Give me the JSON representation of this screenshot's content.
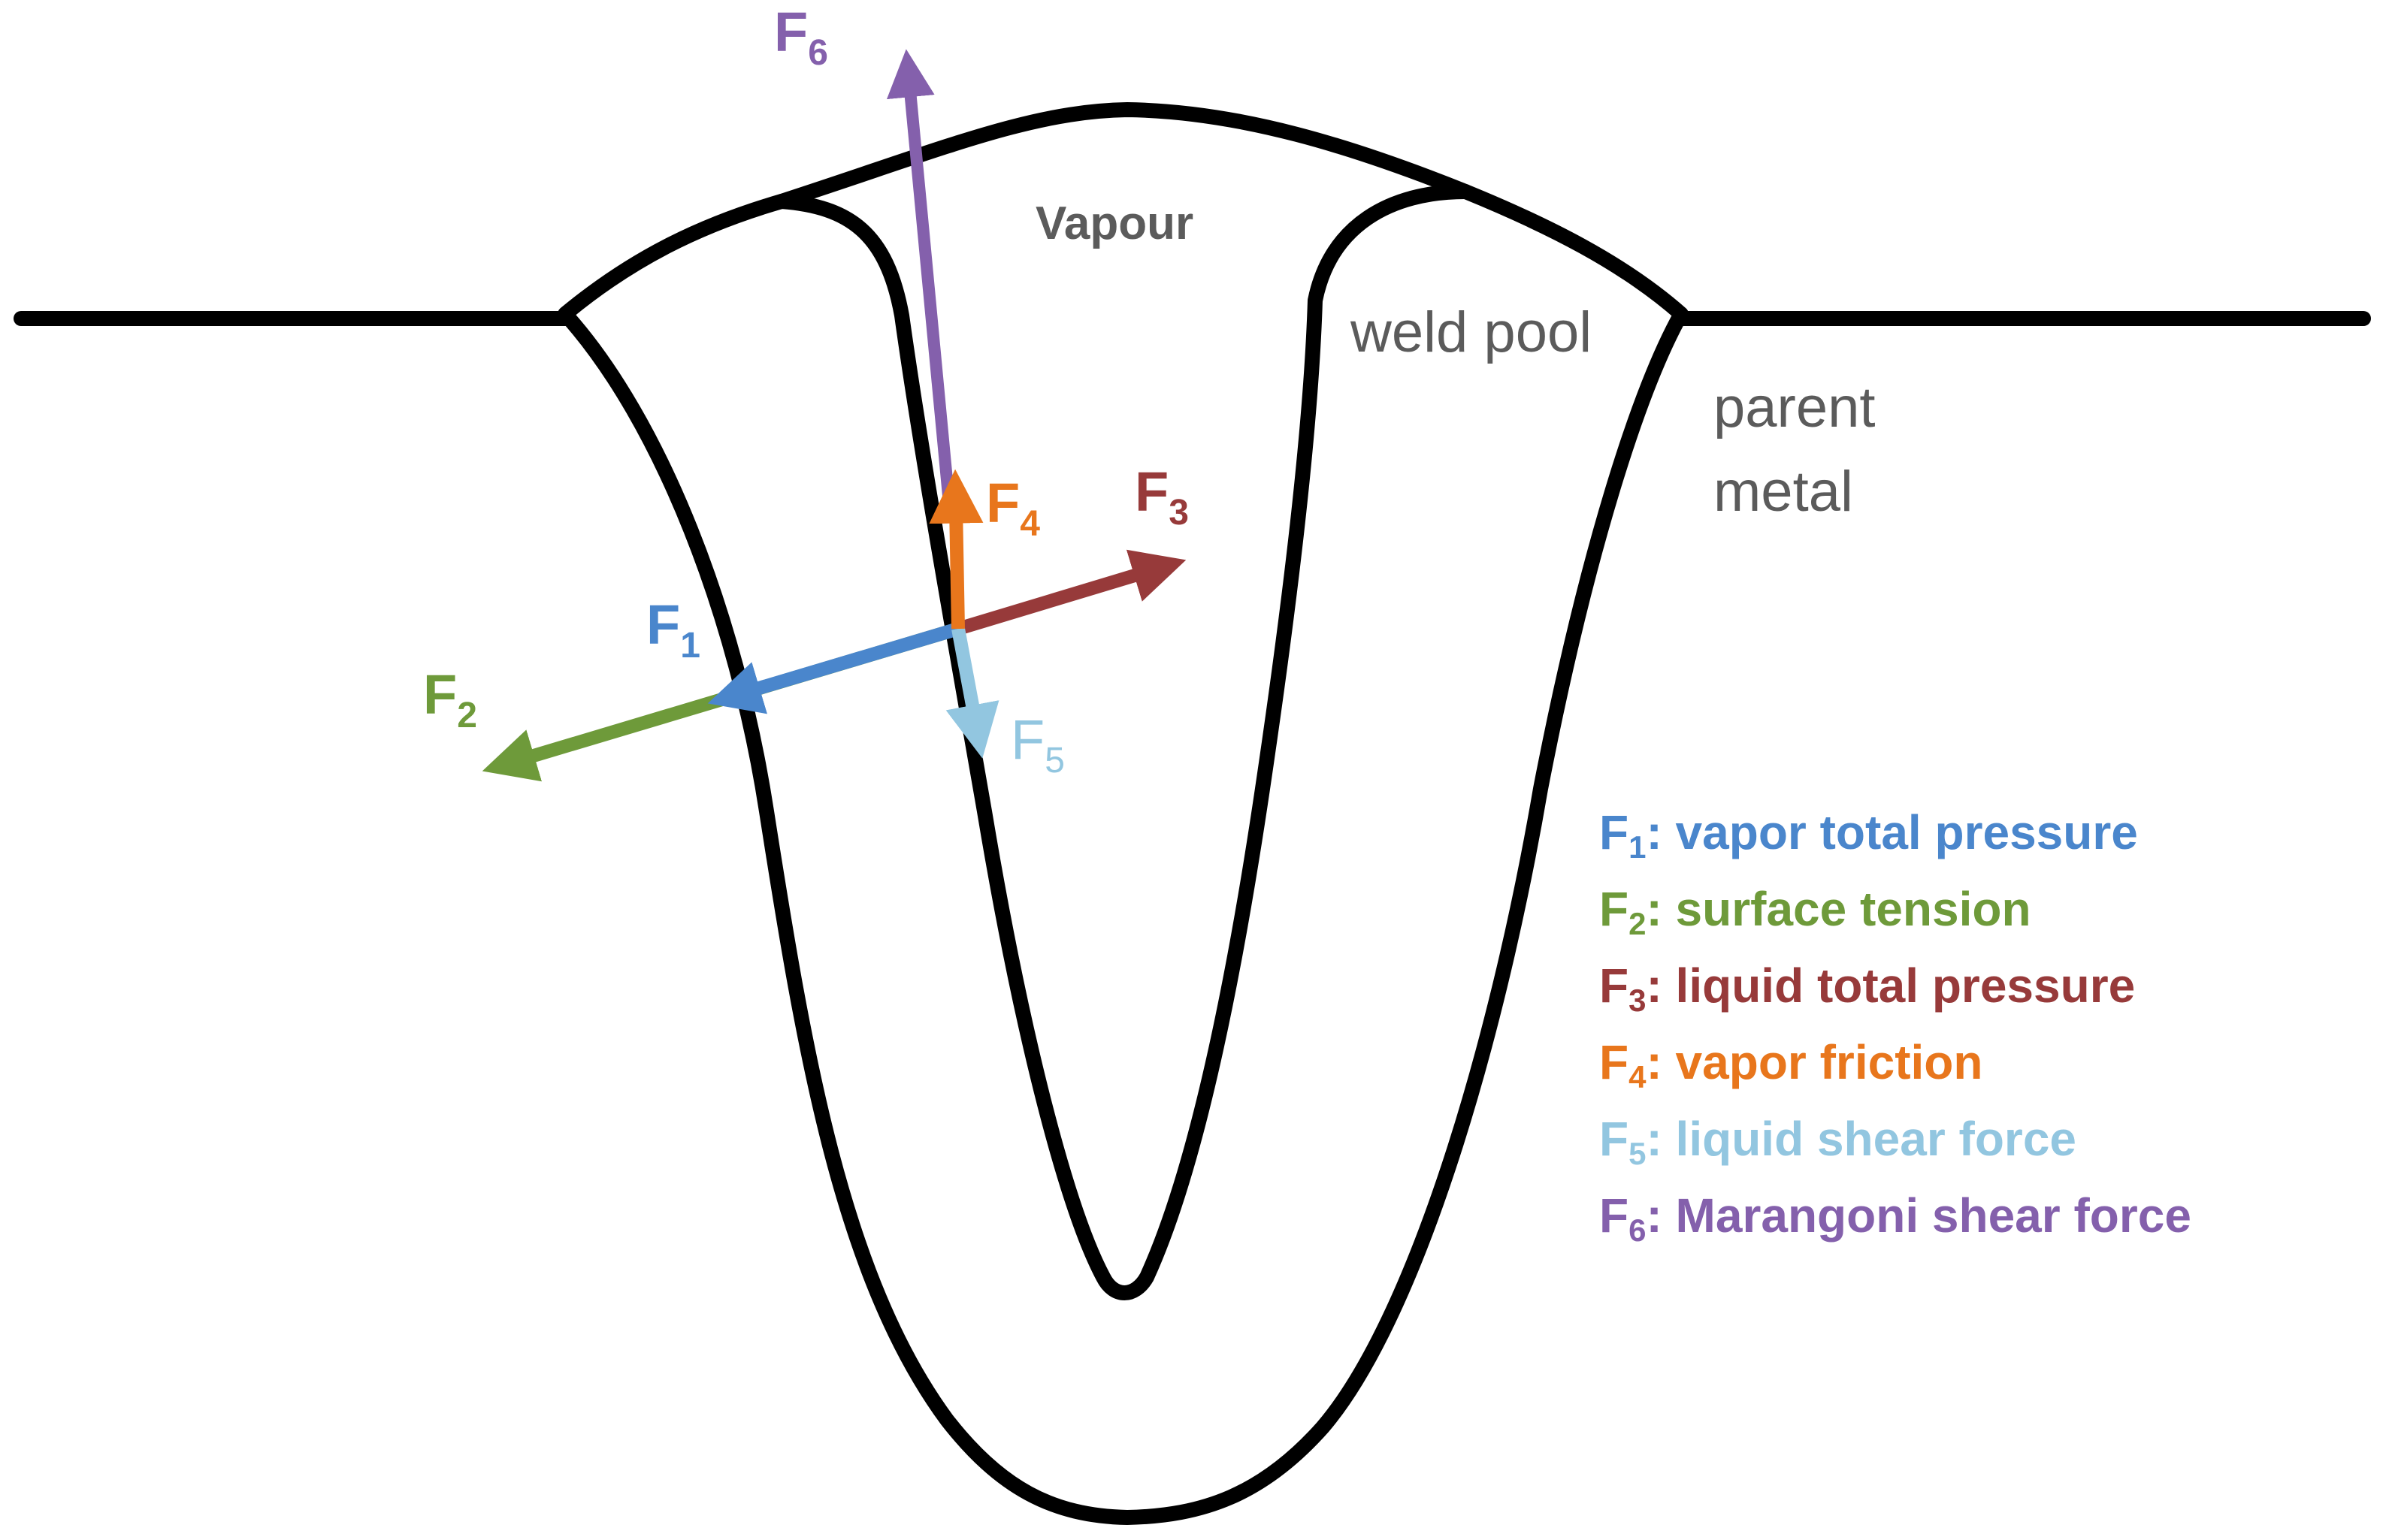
{
  "regions": {
    "vapour": "Vapour",
    "weld_pool": "weld pool",
    "parent_metal_line1": "parent",
    "parent_metal_line2": "metal"
  },
  "forces": [
    {
      "symbol": "F",
      "sub": "1",
      "desc": "vapor total pressure",
      "color": "#4a86cc"
    },
    {
      "symbol": "F",
      "sub": "2",
      "desc": "surface tension",
      "color": "#6e9a3a"
    },
    {
      "symbol": "F",
      "sub": "3",
      "desc": "liquid total pressure",
      "color": "#973a3a"
    },
    {
      "symbol": "F",
      "sub": "4",
      "desc": "vapor friction",
      "color": "#e8761c"
    },
    {
      "symbol": "F",
      "sub": "5",
      "desc": "liquid shear force",
      "color": "#92c6e0"
    },
    {
      "symbol": "F",
      "sub": "6",
      "desc": "Marangoni shear force",
      "color": "#8460ac"
    }
  ],
  "legend_separator": ": ",
  "text_color": "#5b5b5b",
  "outline_color": "#000000"
}
